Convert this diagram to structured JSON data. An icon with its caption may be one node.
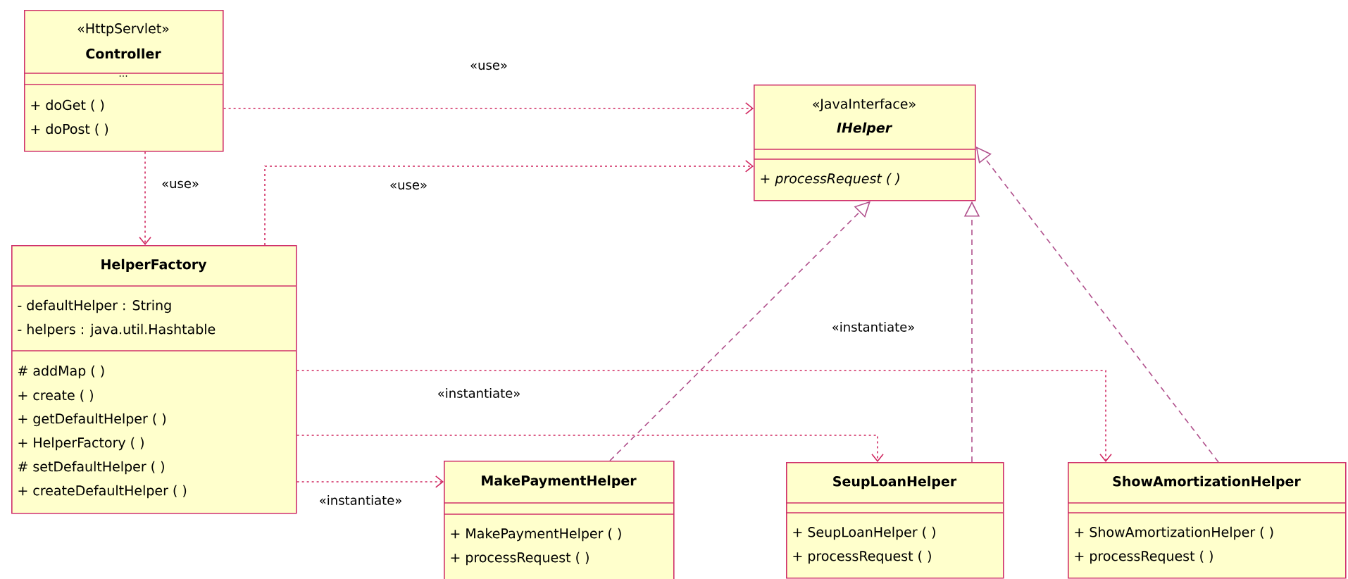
{
  "diagram": {
    "nodes": [
      {
        "text": [
          "«HttpServlet»",
          "Controller",
          "...",
          "+ doGet ( )",
          "+ doPost ( )"
        ]
      },
      {
        "text": [
          "«JavaInterface»",
          "IHelper",
          "+ processRequest ( )"
        ]
      },
      {
        "text": [
          "HelperFactory",
          "- defaultHelper : String",
          "- helpers : java.util.Hashtable",
          "# addMap ( )",
          "+ create ( )",
          "+ getDefaultHelper ( )",
          "+ HelperFactory ( )",
          "# setDefaultHelper ( )",
          "+ createDefaultHelper ( )"
        ]
      },
      {
        "text": [
          "MakePaymentHelper",
          "+ MakePaymentHelper ( )",
          "+ processRequest ( )"
        ]
      },
      {
        "text": [
          "SeupLoanHelper",
          "+ SeupLoanHelper ( )",
          "+ processRequest ( )"
        ]
      },
      {
        "text": [
          "ShowAmortizationHelper",
          "+ ShowAmortizationHelper ( )",
          "+ processRequest ( )"
        ]
      }
    ],
    "edges": [
      {
        "from": 0,
        "to": 1,
        "arrow": "to",
        "label": "«use»"
      },
      {
        "from": 0,
        "to": 2,
        "arrow": "to",
        "label": "«use»"
      },
      {
        "from": 2,
        "to": 1,
        "arrow": "to",
        "label": "«use»"
      },
      {
        "from": 2,
        "to": 5,
        "arrow": "to",
        "label": "«instantiate»"
      },
      {
        "from": 2,
        "to": 4,
        "arrow": "to",
        "label": "«instantiate»"
      },
      {
        "from": 2,
        "to": 3,
        "arrow": "to",
        "label": "«instantiate»"
      },
      {
        "from": 3,
        "to": 1,
        "arrow": "to",
        "style": "dashed",
        "color": "#b0508c"
      },
      {
        "from": 4,
        "to": 1,
        "arrow": "to",
        "style": "dashed",
        "color": "#b0508c"
      },
      {
        "from": 5,
        "to": 1,
        "arrow": "to",
        "style": "dashed",
        "color": "#b0508c"
      }
    ]
  }
}
